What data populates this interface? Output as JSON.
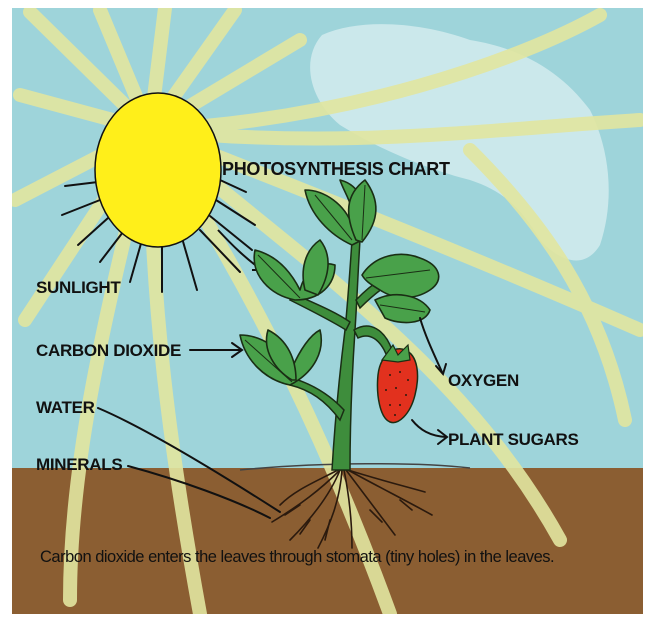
{
  "title": "PHOTOSYNTHESIS CHART",
  "labels": {
    "sunlight": "SUNLIGHT",
    "carbon_dioxide": "CARBON DIOXIDE",
    "water": "WATER",
    "minerals": "MINERALS",
    "oxygen": "OXYGEN",
    "plant_sugars": "PLANT SUGARS"
  },
  "caption": "Carbon dioxide enters the leaves through stomata (tiny holes) in the leaves.",
  "colors": {
    "sky": "#9ED4DA",
    "soil": "#8B5E32",
    "sun": "#FFEF1A",
    "sun_rays": "#E2E6A0",
    "leaf": "#49A14A",
    "stem": "#3E8D3C",
    "fruit": "#E2311E",
    "cloud": "#D6ECEF"
  }
}
